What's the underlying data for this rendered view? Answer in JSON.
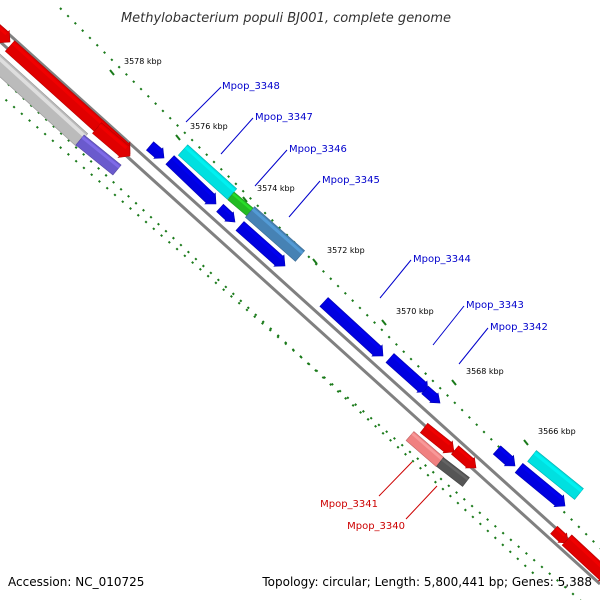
{
  "title": "Methylobacterium populi BJ001, complete genome",
  "footer": {
    "accession": "Accession: NC_010725",
    "summary": "Topology: circular; Length: 5,800,441 bp; Genes: 5,388"
  },
  "colors": {
    "backbone": "#808080",
    "tick": "#1a7a1a",
    "label_forward": "#0000cc",
    "label_reverse": "#cc0000"
  },
  "ticks": [
    {
      "label": "3578 kbp"
    },
    {
      "label": "3576 kbp"
    },
    {
      "label": "3574 kbp"
    },
    {
      "label": "3572 kbp"
    },
    {
      "label": "3570 kbp"
    },
    {
      "label": "3568 kbp"
    },
    {
      "label": "3566 kbp"
    }
  ],
  "labels": [
    {
      "text": "Mpop_3348",
      "strand": "forward"
    },
    {
      "text": "Mpop_3347",
      "strand": "forward"
    },
    {
      "text": "Mpop_3346",
      "strand": "forward"
    },
    {
      "text": "Mpop_3345",
      "strand": "forward"
    },
    {
      "text": "Mpop_3344",
      "strand": "forward"
    },
    {
      "text": "Mpop_3343",
      "strand": "forward"
    },
    {
      "text": "Mpop_3342",
      "strand": "forward"
    },
    {
      "text": "Mpop_3341",
      "strand": "reverse"
    },
    {
      "text": "Mpop_3340",
      "strand": "reverse"
    }
  ],
  "features": [
    {
      "color": "#e00000"
    },
    {
      "color": "#bbbbbb"
    },
    {
      "color": "#e00000"
    },
    {
      "color": "#e00000"
    },
    {
      "color": "#6a5acd"
    },
    {
      "color": "#0000e0"
    },
    {
      "color": "#0000e0"
    },
    {
      "color": "#00e0e0"
    },
    {
      "color": "#0000e0"
    },
    {
      "color": "#22bb22"
    },
    {
      "color": "#4682b4"
    },
    {
      "color": "#0000e0"
    },
    {
      "color": "#0000e0"
    },
    {
      "color": "#0000e0"
    },
    {
      "color": "#0000e0"
    },
    {
      "color": "#e00000"
    },
    {
      "color": "#f08080"
    },
    {
      "color": "#e00000"
    },
    {
      "color": "#555555"
    },
    {
      "color": "#0000e0"
    },
    {
      "color": "#00e0e0"
    },
    {
      "color": "#0000e0"
    },
    {
      "color": "#e00000"
    },
    {
      "color": "#e00000"
    }
  ]
}
